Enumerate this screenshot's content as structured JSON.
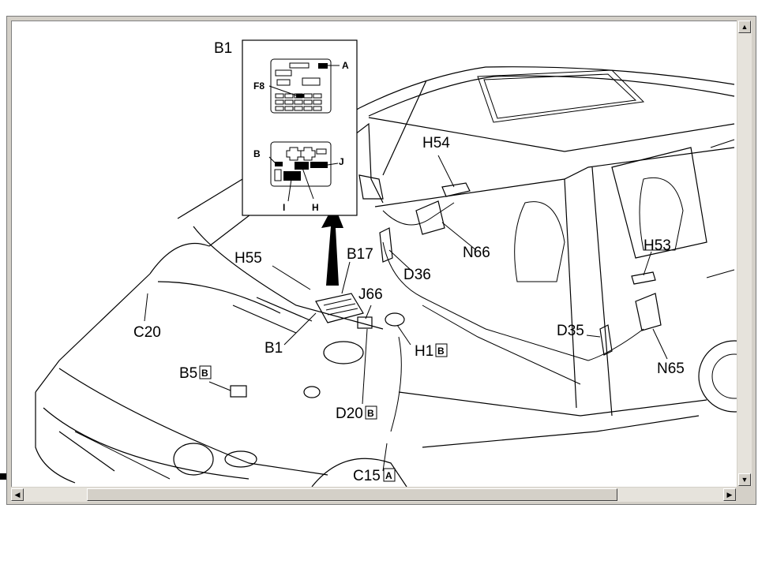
{
  "diagram": {
    "inset_title": "B1",
    "inset_labels": {
      "a": "A",
      "f8": "F8",
      "b": "B",
      "j": "J",
      "i": "I",
      "h": "H"
    },
    "callouts": {
      "h54": "H54",
      "h55": "H55",
      "b17": "B17",
      "d36": "D36",
      "n66": "N66",
      "h53": "H53",
      "j66": "J66",
      "c20": "C20",
      "b1": "B1",
      "h1": "H1",
      "h1_box": "B",
      "d35": "D35",
      "n65": "N65",
      "b5": "B5",
      "b5_box": "B",
      "d20": "D20",
      "d20_box": "B",
      "c15": "C15",
      "c15_box": "A"
    }
  },
  "scrollbars": {
    "up_icon": "▲",
    "down_icon": "▼",
    "left_icon": "◀",
    "right_icon": "▶"
  }
}
